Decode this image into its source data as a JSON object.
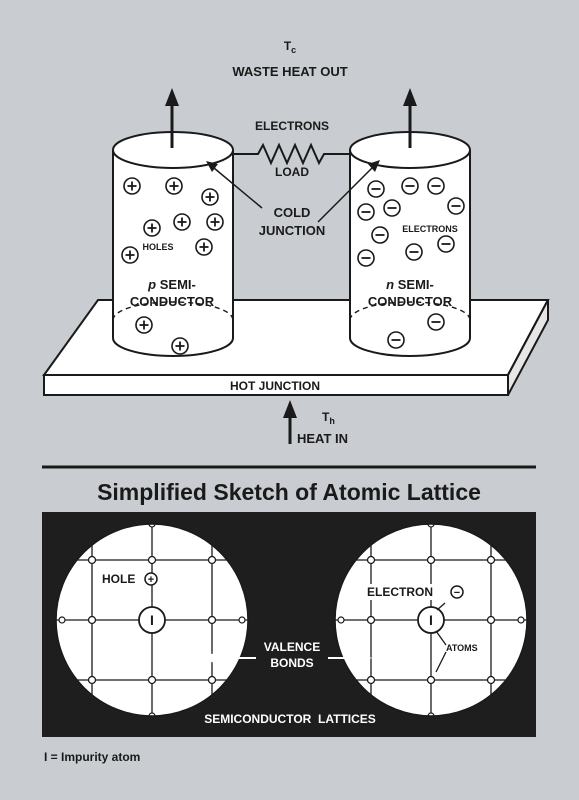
{
  "top": {
    "tc_symbol": "T",
    "tc_sub": "c",
    "waste_heat": "WASTE HEAT OUT",
    "electrons_top": "ELECTRONS",
    "load": "LOAD",
    "cold_junction_1": "COLD",
    "cold_junction_2": "JUNCTION",
    "holes": "HOLES",
    "p_semi_1": "p",
    "p_semi_2": " SEMI-",
    "p_semi_3": "CONDUCTOR",
    "electrons_right": "ELECTRONS",
    "n_semi_1": "n",
    "n_semi_2": " SEMI-",
    "n_semi_3": "CONDUCTOR",
    "hot_junction": "HOT JUNCTION",
    "th_symbol": "T",
    "th_sub": "h",
    "heat_in": "HEAT IN",
    "plus_glyph": "+",
    "minus_glyph": "−"
  },
  "bottom": {
    "title": "Simplified Sketch of Atomic Lattice",
    "hole": "HOLE",
    "electron": "ELECTRON",
    "atoms": "ATOMS",
    "valence_1": "VALENCE",
    "valence_2": "BONDS",
    "lattices": "SEMICONDUCTOR  LATTICES",
    "impurity_glyph": "I",
    "legend": "I = Impurity atom"
  },
  "colors": {
    "background": "#c9ccd0",
    "ink": "#1a1a1a",
    "panel": "#1e1e1e",
    "white": "#ffffff"
  }
}
